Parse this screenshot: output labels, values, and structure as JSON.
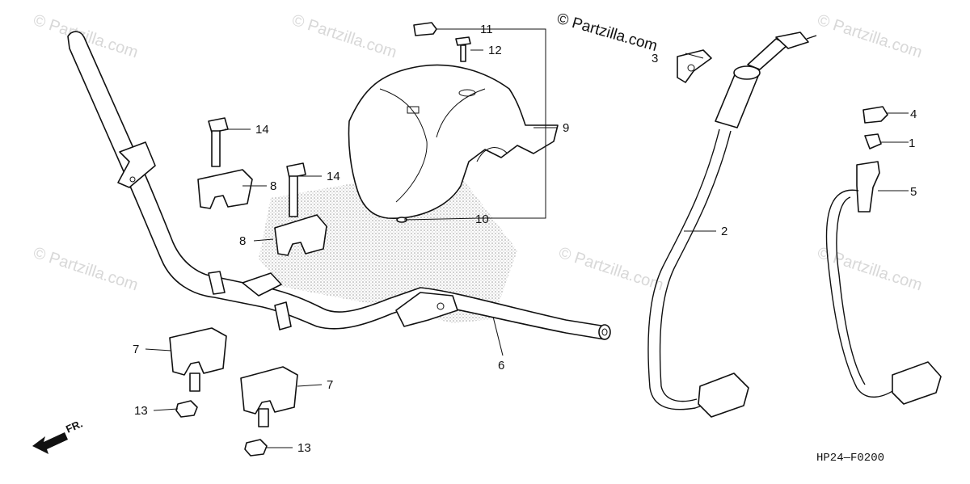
{
  "diagram": {
    "watermark_text": "© Partzilla.com",
    "copyright_text": "© Partzilla.com",
    "diagram_code": "HP24—F0200",
    "direction_label": "FR.",
    "callouts": {
      "c1": "1",
      "c2": "2",
      "c3": "3",
      "c4": "4",
      "c5": "5",
      "c6": "6",
      "c7a": "7",
      "c7b": "7",
      "c8a": "8",
      "c8b": "8",
      "c9": "9",
      "c10": "10",
      "c11": "11",
      "c12": "12",
      "c13a": "13",
      "c13b": "13",
      "c14a": "14",
      "c14b": "14"
    }
  }
}
